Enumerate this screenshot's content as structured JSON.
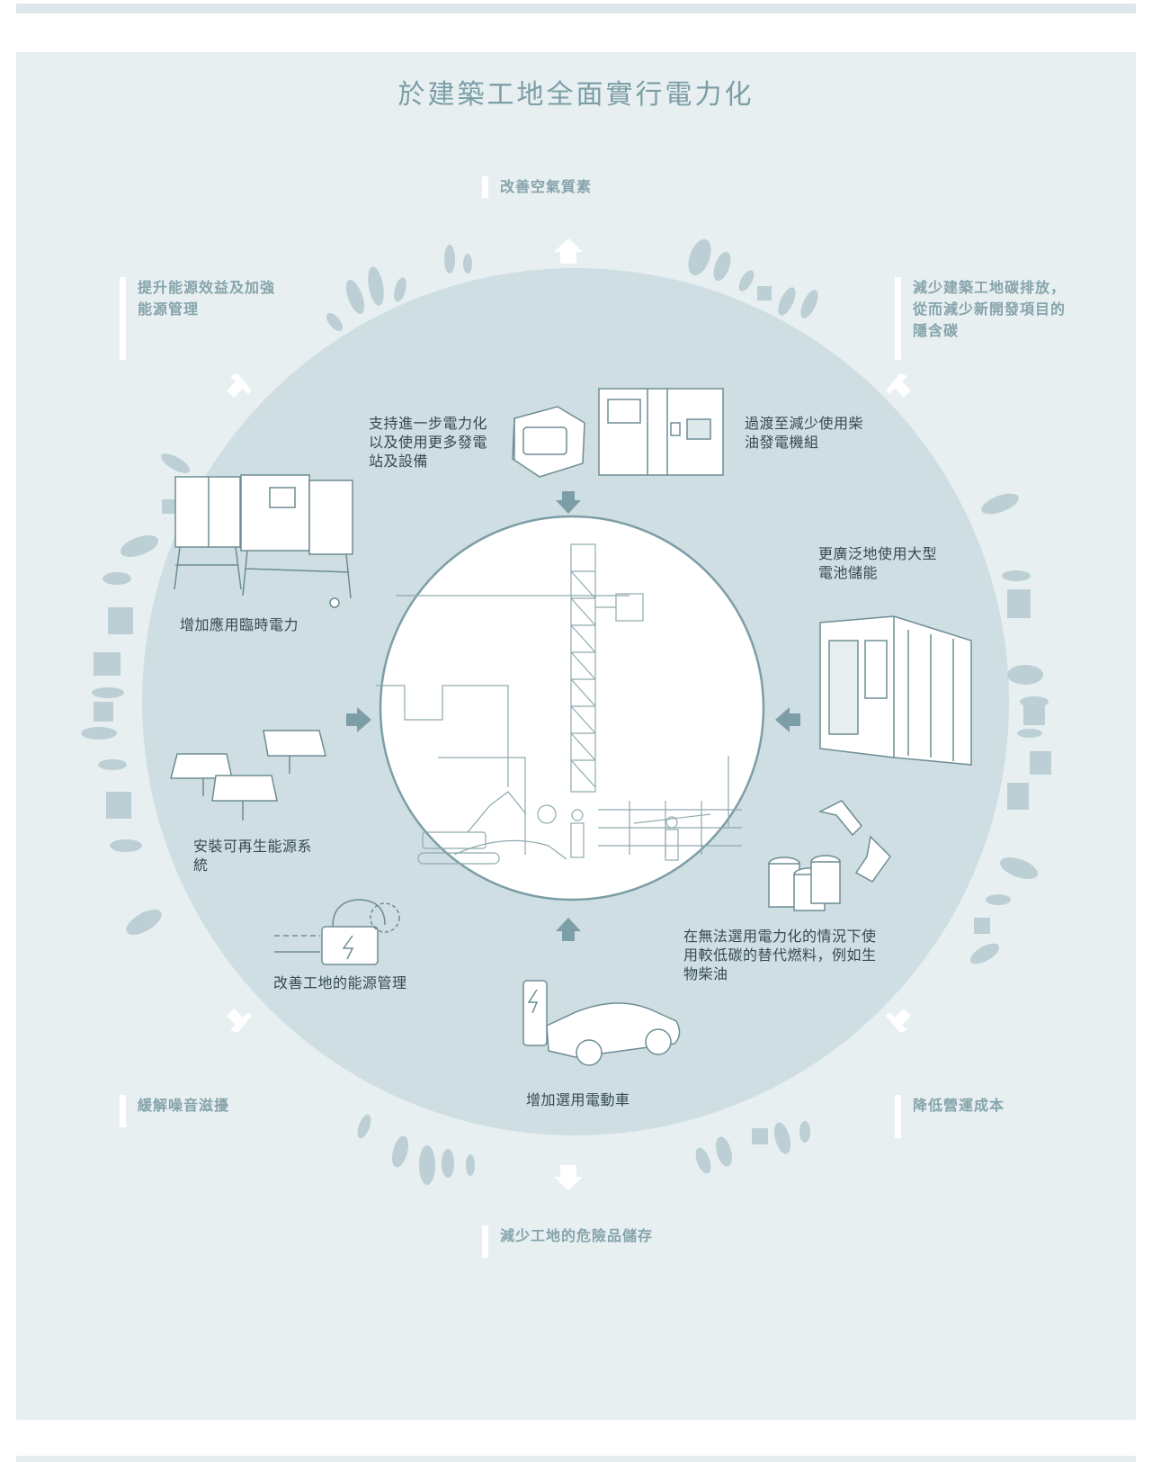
{
  "title": "於建築工地全面實行電力化",
  "benefits": {
    "air_quality": "改善空氣質素",
    "energy_efficiency": [
      "提升能源效益及加強",
      "能源管理"
    ],
    "carbon": [
      "減少建築工地碳排放，",
      "從而減少新開發項目的",
      "隱含碳"
    ],
    "noise": "緩解噪音滋擾",
    "cost": "降低營運成本",
    "hazardous": "減少工地的危險品儲存"
  },
  "measures": {
    "power_stations": [
      "支持進一步電力化",
      "以及使用更多發電",
      "站及設備"
    ],
    "diesel": [
      "過渡至減少使用柴",
      "油發電機組"
    ],
    "battery": [
      "更廣泛地使用大型",
      "電池儲能"
    ],
    "temporary_power": "增加應用臨時電力",
    "renewable": [
      "安裝可再生能源系",
      "統"
    ],
    "energy_mgmt": "改善工地的能源管理",
    "ev": "增加選用電動車",
    "alt_fuel": [
      "在無法選用電力化的情況下使",
      "用較低碳的替代燃料，例如生",
      "物柴油"
    ]
  },
  "colors": {
    "panel": "#e7eff1",
    "ring": "#cfdee2",
    "arrow": "#7c9ea6",
    "accent_text": "#86a4ab",
    "dark_text": "#354a50"
  }
}
